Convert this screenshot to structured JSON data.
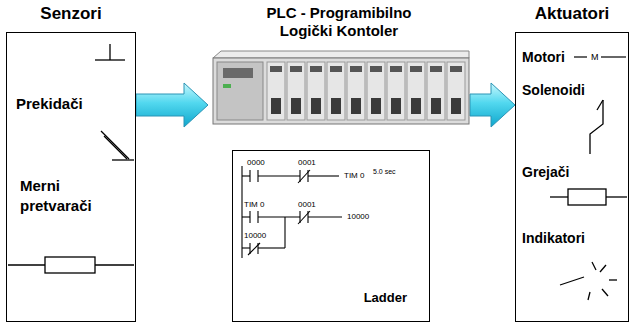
{
  "diagram": {
    "nodes": [
      {
        "text": [
          "Senzori"
        ]
      },
      {
        "text": [
          "PLC - Programibilno Logički Kontoler"
        ]
      },
      {
        "text": [
          "Ladder"
        ]
      },
      {
        "text": [
          "Aktuatori"
        ]
      }
    ],
    "edges": [
      {
        "from": 0,
        "to": 1,
        "arrow": "to"
      },
      {
        "from": 1,
        "to": 3,
        "arrow": "to"
      }
    ],
    "labels": [
      "Prekidači",
      "Merni pretvarači",
      "0000",
      "0001",
      "TIM 0",
      "5.0 sec",
      "TIM 0",
      "0001",
      "10000",
      "10000",
      "Motori",
      "M",
      "Solenoidi",
      "Grejači",
      "Indikatori"
    ]
  }
}
